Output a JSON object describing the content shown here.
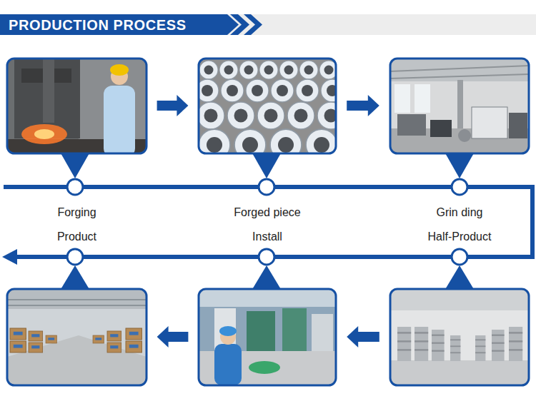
{
  "diagram": {
    "title": "PRODUCTION PROCESS",
    "nodes": [
      {
        "text": [
          "Forging"
        ]
      },
      {
        "text": [
          "Forged piece"
        ]
      },
      {
        "text": [
          "Grin ding"
        ]
      },
      {
        "text": [
          "Half-Product"
        ]
      },
      {
        "text": [
          "Install"
        ]
      },
      {
        "text": [
          "Product"
        ]
      }
    ],
    "edges": [
      {
        "from": 0,
        "to": 1,
        "arrow": "to"
      },
      {
        "from": 1,
        "to": 2,
        "arrow": "to"
      },
      {
        "from": 3,
        "to": 4,
        "arrow": "to"
      },
      {
        "from": 4,
        "to": 5,
        "arrow": "to"
      }
    ]
  }
}
